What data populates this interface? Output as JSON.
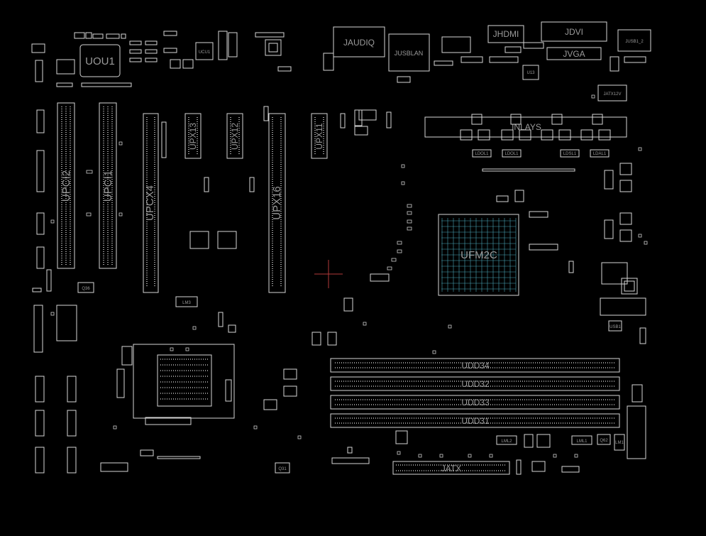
{
  "diagram": {
    "title": "",
    "labels": {
      "uou1": "UOU1",
      "ucu1": "UCU1",
      "jaudio": "JAUDIQ",
      "jusblan": "JUSBLAN",
      "jhdmi": "JHDMI",
      "jdvi": "JDVI",
      "jvga": "JVGA",
      "u13": "U13",
      "jusb": "JUSB1_2",
      "jatx12v": "JATX12V",
      "upci2": "UPCI2",
      "upci1": "UPCI1",
      "upcx4": "UPCX4",
      "upx13": "UPX13",
      "upx12": "UPX12",
      "upx16": "UPX16",
      "upx11": "UPX11",
      "ufm2c": "UFM2C",
      "usb": "USB1",
      "udd34": "UDD34",
      "udd32": "UDD32",
      "udd33": "UDD33",
      "udd31": "UDD31",
      "jatx": "JATX",
      "q31": "Q31",
      "lml2": "LML2",
      "lml1": "LML1",
      "lm3": "LM3",
      "q36": "Q36",
      "inlays": "INLAYS",
      "ldl1": "LDOL1",
      "ldl2": "LDOL1",
      "ldl3": "LDSL1",
      "ldl4": "LDAL1",
      "q62": "Q62",
      "lm1": "LM1"
    }
  }
}
